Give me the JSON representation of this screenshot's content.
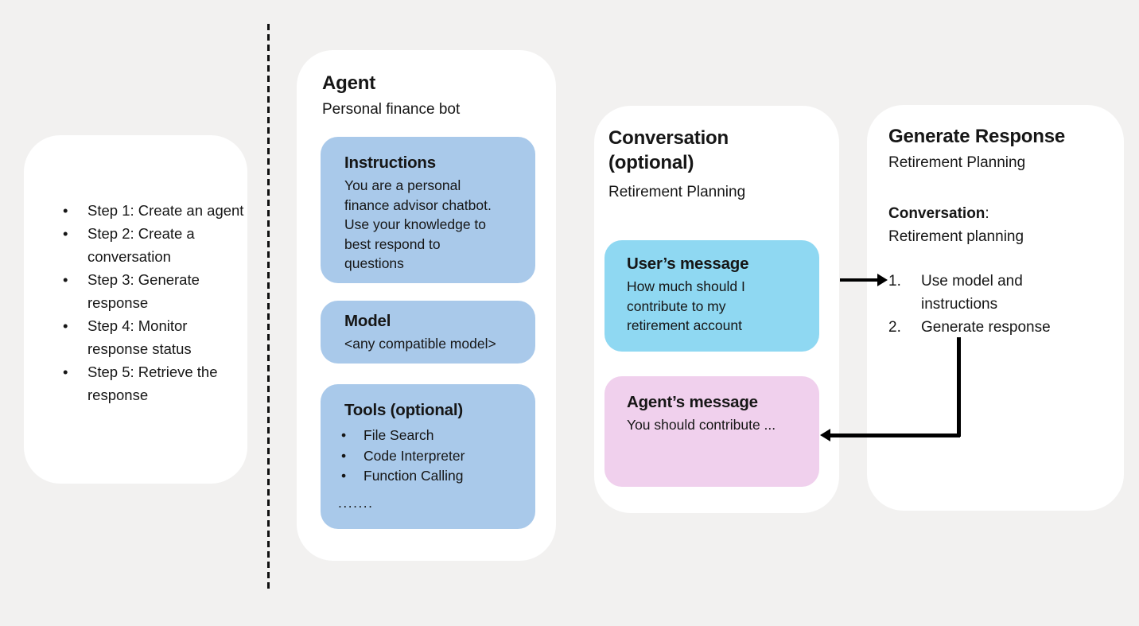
{
  "colors": {
    "background": "#f2f1f0",
    "panel": "#ffffff",
    "blue-box": "#a9c9ea",
    "cyan-box": "#8fd8f2",
    "pink-box": "#f0d0ed",
    "text": "#161616",
    "arrow": "#000000"
  },
  "steps_panel": {
    "items": [
      "Step 1: Create an agent",
      "Step 2: Create a conversation",
      "Step 3: Generate response",
      "Step 4: Monitor response status",
      "Step 5: Retrieve the response"
    ]
  },
  "agent_panel": {
    "title": "Agent",
    "subtitle": "Personal finance bot",
    "instructions": {
      "title": "Instructions",
      "body_lines": [
        "You are a personal",
        "finance advisor chatbot.",
        "Use your knowledge to",
        "best respond to",
        "questions"
      ]
    },
    "model": {
      "title": "Model",
      "body": "<any compatible model>"
    },
    "tools": {
      "title": "Tools (optional)",
      "items": [
        "File Search",
        "Code Interpreter",
        "Function Calling"
      ],
      "more": "......."
    }
  },
  "conversation_panel": {
    "title_line1": "Conversation",
    "title_line2": "(optional)",
    "subtitle": "Retirement Planning",
    "user_message": {
      "title": "User’s message",
      "body_lines": [
        "How much should I",
        "contribute to my",
        "retirement account"
      ]
    },
    "agent_message": {
      "title": "Agent’s message",
      "body": "You should contribute ..."
    }
  },
  "generate_panel": {
    "title": "Generate Response",
    "subtitle": "Retirement Planning",
    "conversation_label": "Conversation",
    "conversation_colon": ":",
    "conversation_value": "Retirement planning",
    "steps": [
      "Use model and instructions",
      "Generate response"
    ]
  }
}
